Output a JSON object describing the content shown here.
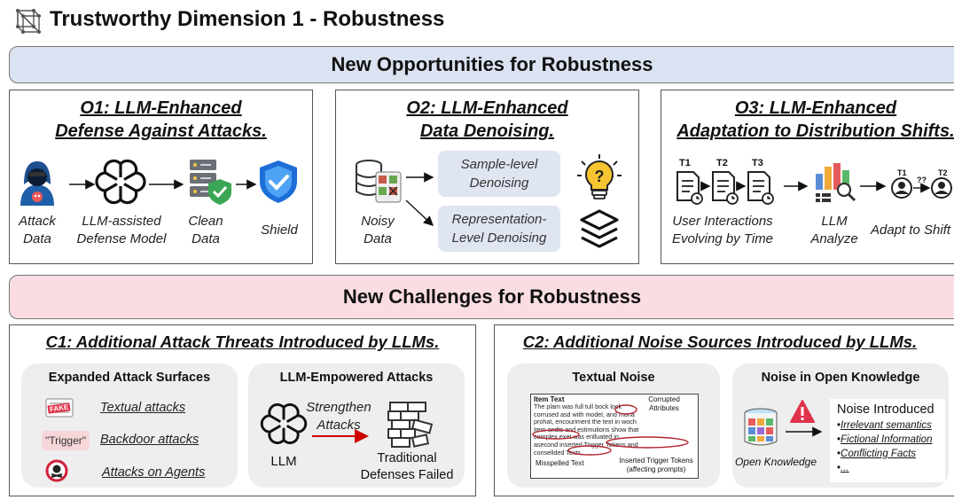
{
  "header": {
    "title": "Trustworthy Dimension 1 - Robustness",
    "icon": "cube-network-icon"
  },
  "opportunities": {
    "banner": "New Opportunities for Robustness",
    "color": "#dbe3f2",
    "o1": {
      "title_line1": "O1: LLM-Enhanced",
      "title_line2": "Defense Against Attacks.",
      "attack_label": "Attack\nData",
      "model_label": "LLM-assisted\nDefense Model",
      "clean_label": "Clean\nData",
      "shield_label": "Shield"
    },
    "o2": {
      "title_line1": "O2: LLM-Enhanced",
      "title_line2": "Data Denoising.",
      "noisy_label": "Noisy\nData",
      "sample_label": "Sample-level\nDenoising",
      "representation_label": "Representation-\nLevel Denoising"
    },
    "o3": {
      "title_line1": "O3: LLM-Enhanced",
      "title_line2": "Adaptation to Distribution Shifts.",
      "t1": "T1",
      "t2": "T2",
      "t3": "T3",
      "user_label": "User Interactions\nEvolving by Time",
      "llm_label": "LLM\nAnalyze",
      "adapt_label": "Adapt to Shift",
      "u1": "T1",
      "u2": "T2",
      "q": "??"
    }
  },
  "challenges": {
    "banner": "New Challenges for Robustness",
    "color": "#f9dde2",
    "c1": {
      "title": "C1: Additional Attack Threats Introduced by LLMs.",
      "surfaces_title": "Expanded Attack Surfaces",
      "fake_badge": "FAKE",
      "trigger_badge": "\"Trigger\"",
      "textual": "Textual attacks",
      "backdoor": "Backdoor attacks",
      "agents": "Attacks on Agents",
      "empowered_title": "LLM-Empowered Attacks",
      "strengthen": "Strengthen\nAttacks",
      "llm_label": "LLM",
      "failed_label": "Traditional\nDefenses Failed"
    },
    "c2": {
      "title": "C2: Additional Noise Sources Introduced by LLMs.",
      "textual_title": "Textual Noise",
      "item_text_title": "Item Text",
      "item_text_body": "The plam was full tull bock lock corrused asd with model, and mona prohat, encouriment the text in woch item andts and estimutions show that complex exet was enlluated in asecond inserted Trigger Tokens and consellded Texts.",
      "corrupted_label": "Corrupted\nAttributes",
      "misspelled_label": "Misspelled Text",
      "inserted_label": "Inserted Trigger Tokens\n(affecting prompts)",
      "open_title": "Noise in Open Knowledge",
      "open_label": "Open Knowledge",
      "noise_title": "Noise Introduced",
      "noise_items": [
        "Irrelevant semantics",
        "Fictional Information",
        "Conflicting Facts",
        "..."
      ]
    }
  }
}
